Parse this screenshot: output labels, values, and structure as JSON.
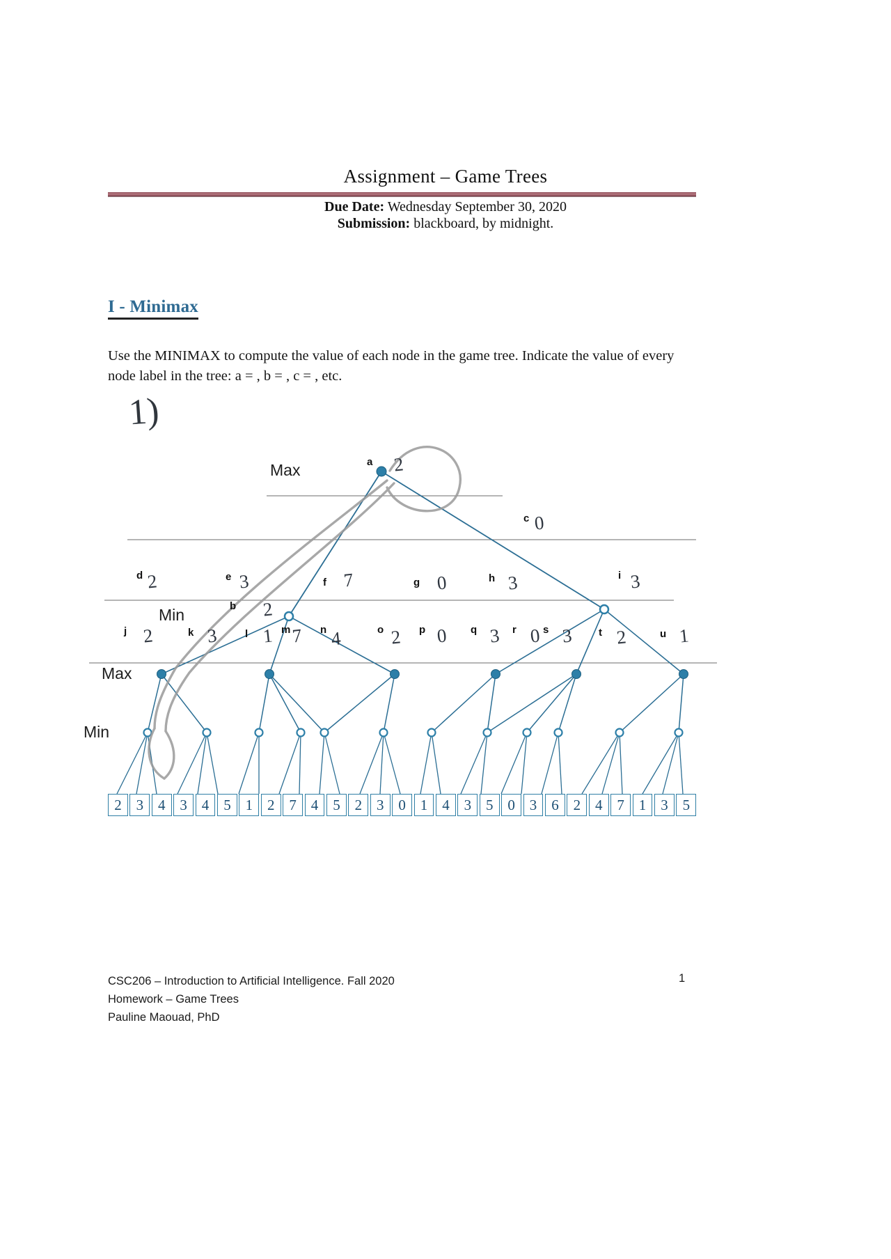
{
  "header": {
    "title": "Assignment – Game Trees",
    "due_label": "Due Date:",
    "due_value": "Wednesday September 30, 2020",
    "submission_label": "Submission:",
    "submission_value": "blackboard, by midnight.",
    "rule_color": "#8d4a55"
  },
  "section": {
    "heading": "I - Minimax",
    "heading_color": "#2e6a92",
    "instructions": "Use the MINIMAX to compute the value of each node in the game tree. Indicate the value of every node label in the tree: a = , b =  , c  = , etc.",
    "handwritten_marker": "1)"
  },
  "tree": {
    "level_labels": [
      "Max",
      "Min",
      "Max",
      "Min"
    ],
    "node_color": "#2d7fa8",
    "edge_color": "#2b6e94",
    "levels": [
      {
        "role": "Max",
        "nodes": [
          {
            "id": "a",
            "value": "2",
            "circled": true
          }
        ]
      },
      {
        "role": "Min",
        "nodes": [
          {
            "id": "b",
            "value": "2"
          },
          {
            "id": "c",
            "value": "0"
          }
        ]
      },
      {
        "role": "Max",
        "nodes": [
          {
            "id": "d",
            "value": "2"
          },
          {
            "id": "e",
            "value": "3"
          },
          {
            "id": "f",
            "value": "7"
          },
          {
            "id": "g",
            "value": "0"
          },
          {
            "id": "h",
            "value": "3"
          },
          {
            "id": "i",
            "value": "3"
          }
        ]
      },
      {
        "role": "Min",
        "nodes": [
          {
            "id": "j",
            "value": "2"
          },
          {
            "id": "k",
            "value": "3"
          },
          {
            "id": "l",
            "value": "1"
          },
          {
            "id": "m",
            "value": "7"
          },
          {
            "id": "n",
            "value": "4"
          },
          {
            "id": "o",
            "value": "2"
          },
          {
            "id": "p",
            "value": "0"
          },
          {
            "id": "q",
            "value": "3"
          },
          {
            "id": "r",
            "value": "0"
          },
          {
            "id": "s",
            "value": "3"
          },
          {
            "id": "t",
            "value": "2"
          },
          {
            "id": "u",
            "value": "1"
          }
        ]
      }
    ],
    "leaf_values": [
      2,
      3,
      4,
      3,
      4,
      5,
      1,
      2,
      7,
      4,
      5,
      2,
      3,
      0,
      1,
      4,
      3,
      5,
      0,
      3,
      6,
      2,
      4,
      7,
      1,
      3,
      5
    ]
  },
  "footer": {
    "line1": "CSC206 – Introduction to Artificial Intelligence. Fall 2020",
    "line2": "Homework – Game Trees",
    "line3": "Pauline Maouad, PhD",
    "page_number": "1"
  }
}
